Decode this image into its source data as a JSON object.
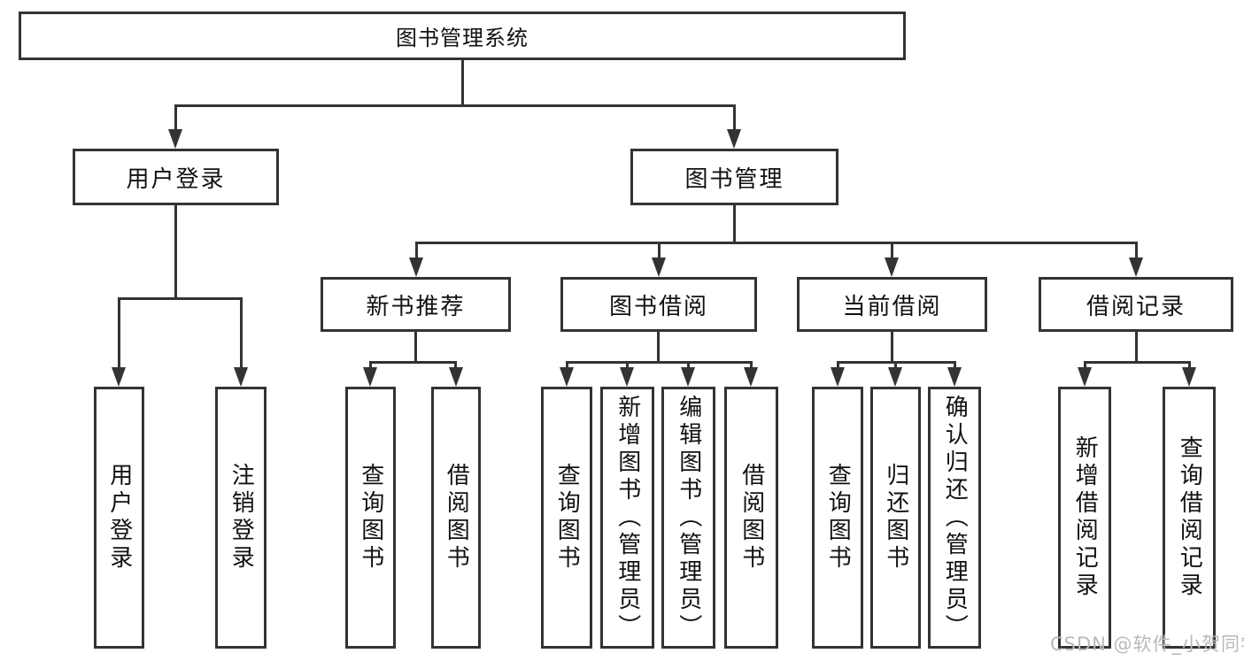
{
  "tree": {
    "label": "图书管理系统",
    "children": [
      {
        "label": "用户登录",
        "children": [
          {
            "label": "用户登录"
          },
          {
            "label": "注销登录"
          }
        ]
      },
      {
        "label": "图书管理",
        "children": [
          {
            "label": "新书推荐",
            "children": [
              {
                "label": "查询图书"
              },
              {
                "label": "借阅图书"
              }
            ]
          },
          {
            "label": "图书借阅",
            "children": [
              {
                "label": "查询图书"
              },
              {
                "label": "新增图书（管理员）"
              },
              {
                "label": "编辑图书（管理员）"
              },
              {
                "label": "借阅图书"
              }
            ]
          },
          {
            "label": "当前借阅",
            "children": [
              {
                "label": "查询图书"
              },
              {
                "label": "归还图书"
              },
              {
                "label": "确认归还（管理员）"
              }
            ]
          },
          {
            "label": "借阅记录",
            "children": [
              {
                "label": "新增借阅记录"
              },
              {
                "label": "查询借阅记录"
              }
            ]
          }
        ]
      }
    ]
  },
  "watermark": {
    "text": "CSDN @软件_小贺同学"
  },
  "colors": {
    "line": "#333333",
    "text": "#111111",
    "background": "#ffffff",
    "watermark": "#b9b9b9"
  }
}
